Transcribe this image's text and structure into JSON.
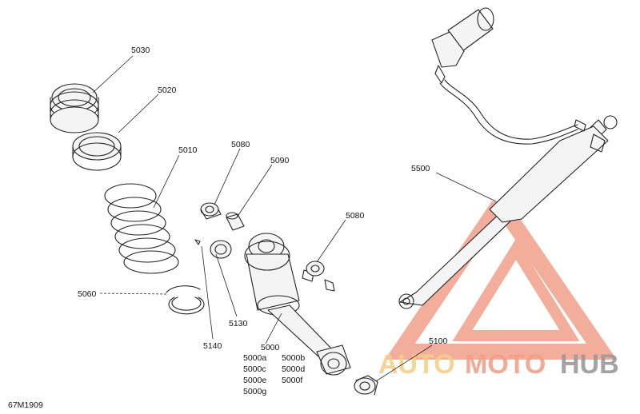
{
  "diagram_code": "67M1909",
  "callouts": {
    "c5030": "5030",
    "c5020": "5020",
    "c5010": "5010",
    "c5060": "5060",
    "c5080a": "5080",
    "c5090": "5090",
    "c5080b": "5080",
    "c5130": "5130",
    "c5140": "5140",
    "c5000": "5000",
    "c5500": "5500",
    "c5100": "5100",
    "c5000a": "5000a",
    "c5000b": "5000b",
    "c5000c": "5000c",
    "c5000d": "5000d",
    "c5000e": "5000e",
    "c5000f": "5000f",
    "c5000g": "5000g"
  },
  "watermark": {
    "part1": "AUTO",
    "part2": "MOTO",
    "part3": "HUB",
    "color_accent": "#f1a08a",
    "color_yellow": "#f4d08a",
    "color_dark": "#9a9a9a"
  }
}
